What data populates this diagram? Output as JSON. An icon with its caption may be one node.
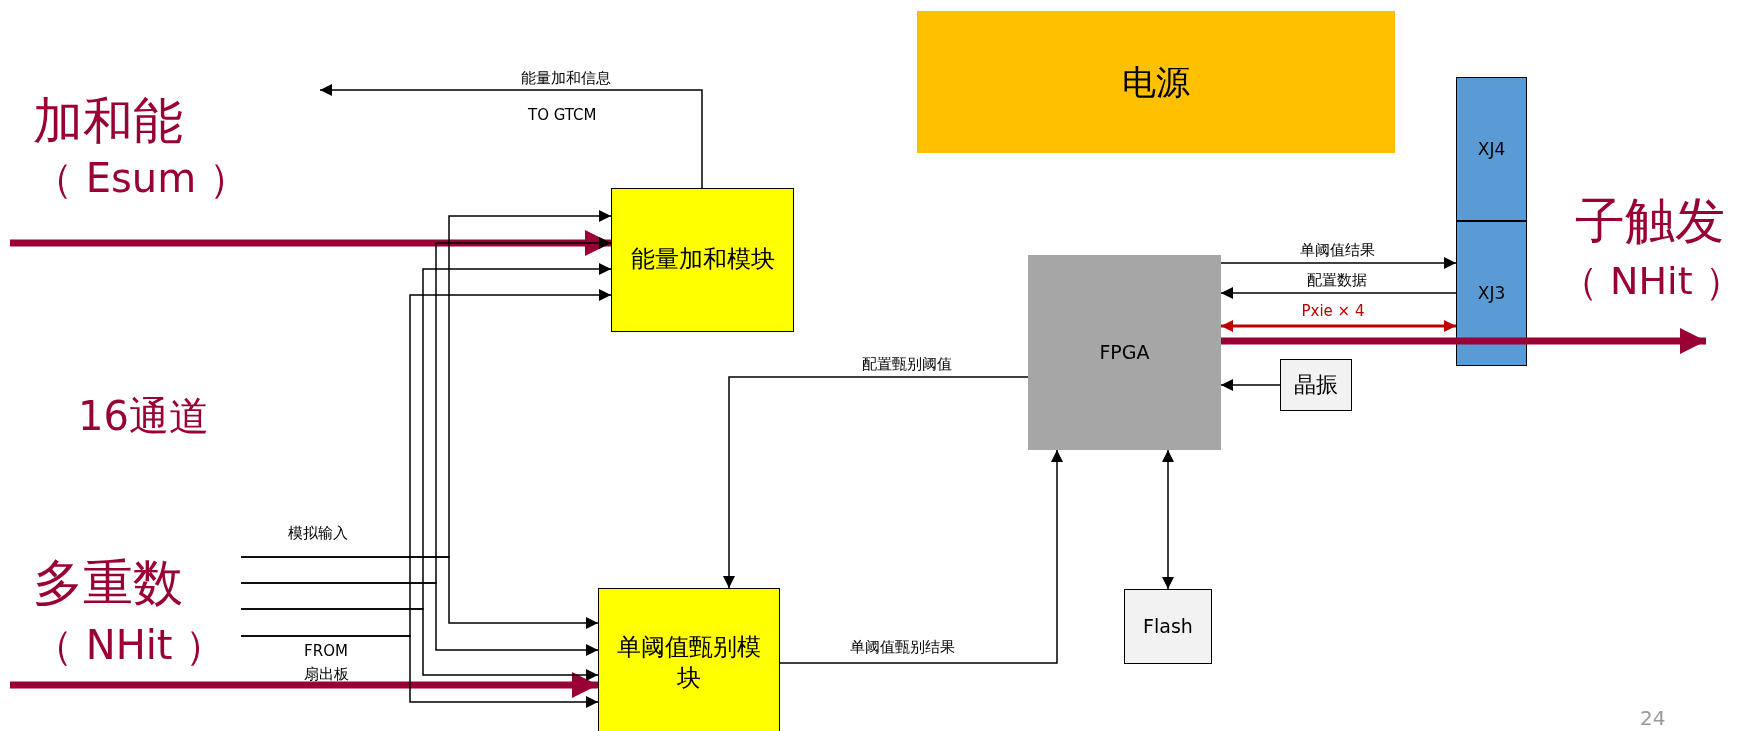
{
  "diagram": {
    "nodes": [
      {
        "text": [
          "电源"
        ]
      },
      {
        "text": [
          "能量加和模块"
        ]
      },
      {
        "text": [
          "单阈值甄别模块"
        ]
      },
      {
        "text": [
          "FPGA"
        ]
      },
      {
        "text": [
          "XJ4"
        ]
      },
      {
        "text": [
          "XJ3"
        ]
      },
      {
        "text": [
          "晶振"
        ]
      },
      {
        "text": [
          "Flash"
        ]
      }
    ],
    "edges": [
      {
        "from": 1,
        "to": null,
        "arrow": "to",
        "label": "能量加和信息"
      },
      {
        "from": null,
        "to": 1,
        "arrow": "to",
        "style": "thick",
        "color": "#990033"
      },
      {
        "from": null,
        "to": 2,
        "arrow": "to",
        "style": "thick",
        "color": "#990033"
      },
      {
        "from": null,
        "to": 1,
        "arrow": "to"
      },
      {
        "from": null,
        "to": 2,
        "arrow": "to"
      },
      {
        "from": null,
        "to": 1,
        "arrow": "to"
      },
      {
        "from": null,
        "to": 2,
        "arrow": "to"
      },
      {
        "from": null,
        "to": 1,
        "arrow": "to"
      },
      {
        "from": null,
        "to": 2,
        "arrow": "to"
      },
      {
        "from": null,
        "to": 1,
        "arrow": "to"
      },
      {
        "from": null,
        "to": 2,
        "arrow": "to"
      },
      {
        "from": 3,
        "to": 2,
        "arrow": "to",
        "label": "配置甄别阈值"
      },
      {
        "from": 2,
        "to": 3,
        "arrow": "to",
        "label": "单阈值甄别结果"
      },
      {
        "from": 3,
        "to": 7,
        "arrow": "both"
      },
      {
        "from": 6,
        "to": 3,
        "arrow": "to"
      },
      {
        "from": 3,
        "to": 5,
        "arrow": "to",
        "label": "单阈值结果"
      },
      {
        "from": 5,
        "to": 3,
        "arrow": "to",
        "label": "配置数据"
      },
      {
        "from": 3,
        "to": 5,
        "arrow": "both",
        "label": "Pxie × 4",
        "color": "#c00000"
      },
      {
        "from": 3,
        "to": null,
        "arrow": "to",
        "style": "thick",
        "color": "#990033"
      }
    ],
    "labels": [
      "TO GTCM",
      "加和能",
      "（ Esum ）",
      "16通道",
      "模拟输入",
      "FROM 扇出板",
      "多重数",
      "（ NHit ）",
      "子触发",
      "（ NHit ）",
      "24"
    ]
  }
}
